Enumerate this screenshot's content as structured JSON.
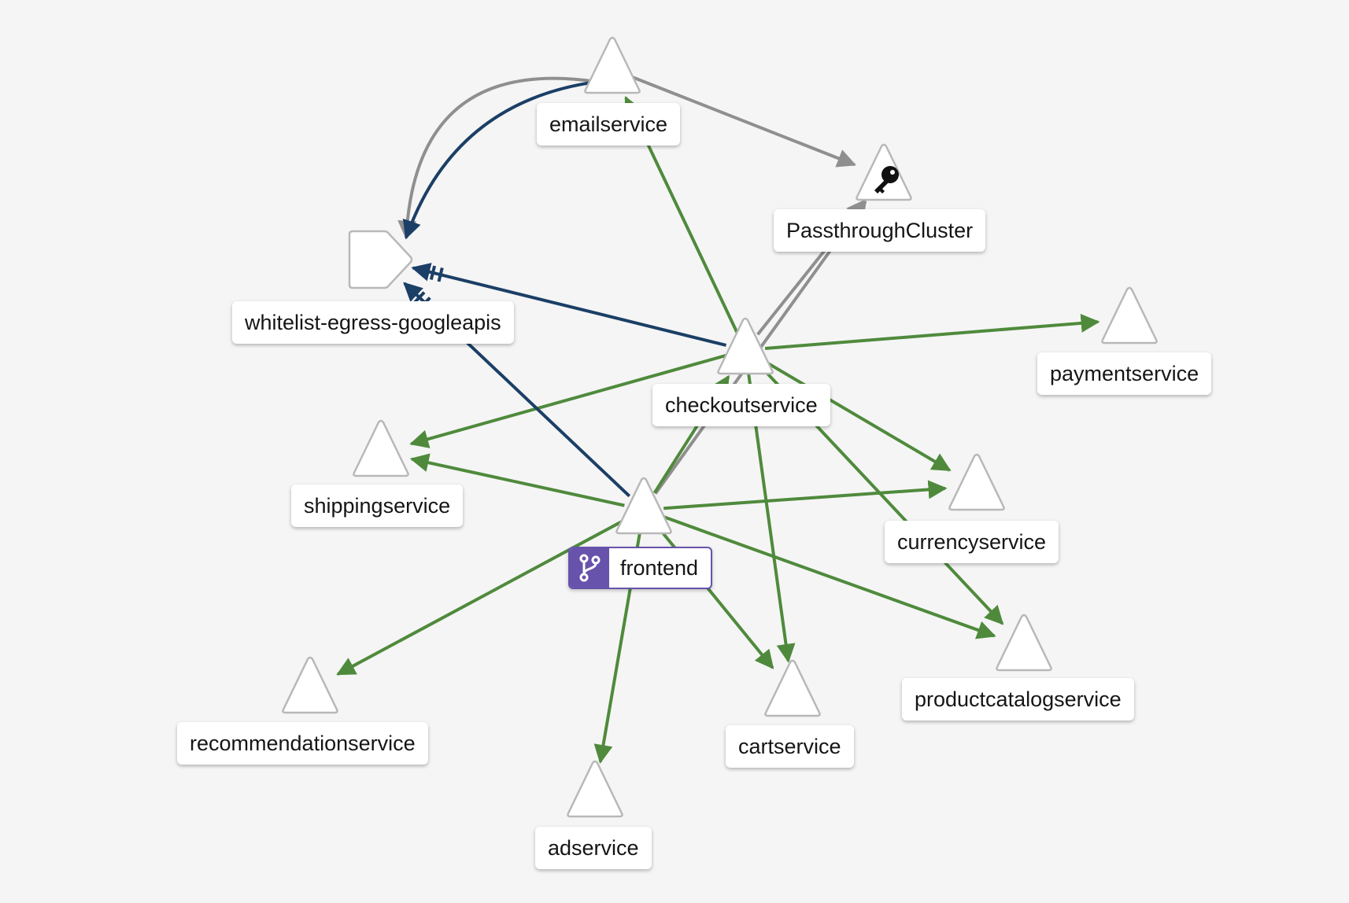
{
  "graph": {
    "colors": {
      "http_ok": "#4f8a3c",
      "tcp": "#1b3f66",
      "passthrough": "#8f8f8f",
      "selected": "#6753ac"
    },
    "nodes": {
      "emailservice": {
        "label": "emailservice",
        "shape": "triangle"
      },
      "passthrough": {
        "label": "PassthroughCluster",
        "shape": "triangle",
        "icon": "key-icon"
      },
      "whitelist": {
        "label": "whitelist-egress-googleapis",
        "shape": "pentagon"
      },
      "paymentservice": {
        "label": "paymentservice",
        "shape": "triangle"
      },
      "checkoutservice": {
        "label": "checkoutservice",
        "shape": "triangle"
      },
      "shippingservice": {
        "label": "shippingservice",
        "shape": "triangle"
      },
      "currencyservice": {
        "label": "currencyservice",
        "shape": "triangle"
      },
      "frontend": {
        "label": "frontend",
        "shape": "triangle",
        "icon": "branch-icon",
        "selected": true
      },
      "recommendationservice": {
        "label": "recommendationservice",
        "shape": "triangle"
      },
      "cartservice": {
        "label": "cartservice",
        "shape": "triangle"
      },
      "productcatalogservice": {
        "label": "productcatalogservice",
        "shape": "triangle"
      },
      "adservice": {
        "label": "adservice",
        "shape": "triangle"
      }
    },
    "edges": [
      {
        "source": "emailservice",
        "target": "whitelist",
        "type": "passthrough"
      },
      {
        "source": "emailservice",
        "target": "whitelist",
        "type": "tcp"
      },
      {
        "source": "emailservice",
        "target": "passthrough",
        "type": "passthrough"
      },
      {
        "source": "checkoutservice",
        "target": "emailservice",
        "type": "http_ok"
      },
      {
        "source": "checkoutservice",
        "target": "whitelist",
        "type": "tcp"
      },
      {
        "source": "checkoutservice",
        "target": "passthrough",
        "type": "passthrough"
      },
      {
        "source": "checkoutservice",
        "target": "paymentservice",
        "type": "http_ok"
      },
      {
        "source": "checkoutservice",
        "target": "shippingservice",
        "type": "http_ok"
      },
      {
        "source": "checkoutservice",
        "target": "currencyservice",
        "type": "http_ok"
      },
      {
        "source": "checkoutservice",
        "target": "cartservice",
        "type": "http_ok"
      },
      {
        "source": "checkoutservice",
        "target": "productcatalogservice",
        "type": "http_ok"
      },
      {
        "source": "frontend",
        "target": "whitelist",
        "type": "tcp"
      },
      {
        "source": "frontend",
        "target": "passthrough",
        "type": "passthrough"
      },
      {
        "source": "frontend",
        "target": "checkoutservice",
        "type": "http_ok"
      },
      {
        "source": "frontend",
        "target": "shippingservice",
        "type": "http_ok"
      },
      {
        "source": "frontend",
        "target": "currencyservice",
        "type": "http_ok"
      },
      {
        "source": "frontend",
        "target": "productcatalogservice",
        "type": "http_ok"
      },
      {
        "source": "frontend",
        "target": "recommendationservice",
        "type": "http_ok"
      },
      {
        "source": "frontend",
        "target": "adservice",
        "type": "http_ok"
      },
      {
        "source": "frontend",
        "target": "cartservice",
        "type": "http_ok"
      }
    ]
  }
}
